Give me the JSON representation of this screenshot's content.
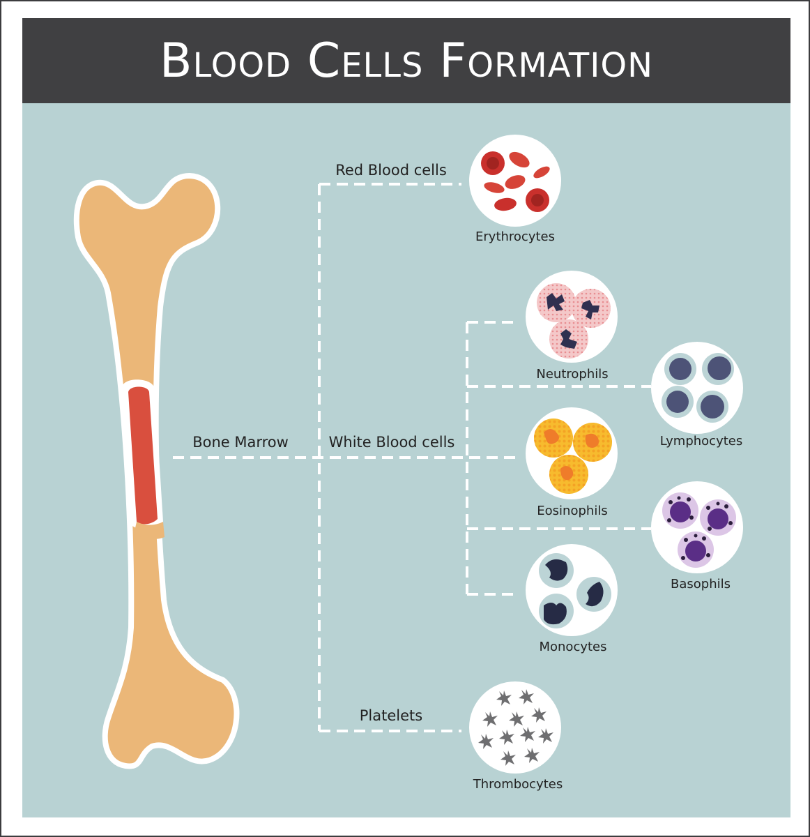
{
  "title": "Blood Cells Formation",
  "labels": {
    "bone_marrow": "Bone Marrow",
    "red_blood_cells": "Red Blood cells",
    "white_blood_cells": "White Blood cells",
    "platelets": "Platelets"
  },
  "cells": {
    "erythrocytes": "Erythrocytes",
    "neutrophils": "Neutrophils",
    "lymphocytes": "Lymphocytes",
    "eosinophils": "Eosinophils",
    "basophils": "Basophils",
    "monocytes": "Monocytes",
    "thrombocytes": "Thrombocytes"
  },
  "colors": {
    "header": "#404042",
    "panel": "#b8d2d3",
    "bone": "#ebb778",
    "marrow": "#d94f3e",
    "connector": "#ffffff"
  }
}
